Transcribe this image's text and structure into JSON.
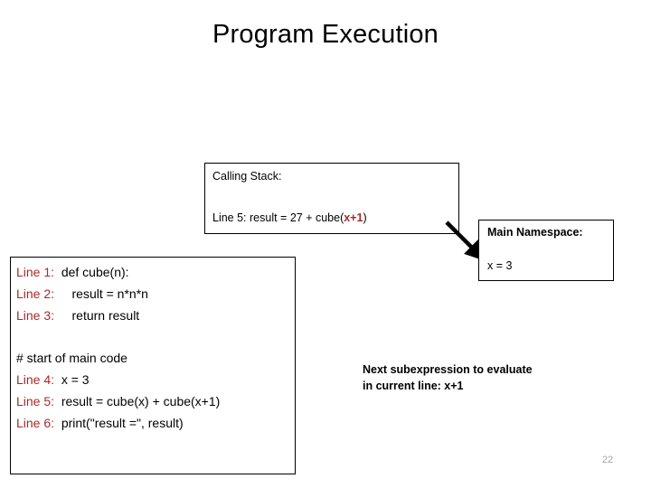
{
  "slide": {
    "title": "Program Execution",
    "page_number": "22",
    "accent_red": "#A52A2A",
    "page_number_color": "#A6A6A6"
  },
  "calling_stack": {
    "heading": "Calling Stack:",
    "frames": [
      {
        "prefix": "Line 5: result = 27 + cube(",
        "highlight": "x+1",
        "suffix": ")"
      }
    ]
  },
  "main_namespace": {
    "heading": "Main Namespace:",
    "bindings": [
      {
        "text": "x = 3"
      }
    ]
  },
  "code_box": {
    "lines": [
      {
        "label": "Line 1:",
        "source": "  def cube(n):"
      },
      {
        "label": "Line 2:",
        "source": "     result = n*n*n"
      },
      {
        "label": "Line 3:",
        "source": "     return result"
      },
      {
        "label": "",
        "source": "# start of main code"
      },
      {
        "label": "Line 4:",
        "source": "  x = 3"
      },
      {
        "label": "Line 5:",
        "source": "  result = cube(x) + cube(x+1)"
      },
      {
        "label": "Line 6:",
        "source": "  print(\"result =\", result)"
      }
    ]
  },
  "annotation": {
    "line1": "Next subexpression to evaluate",
    "line2": "in current line: x+1"
  }
}
